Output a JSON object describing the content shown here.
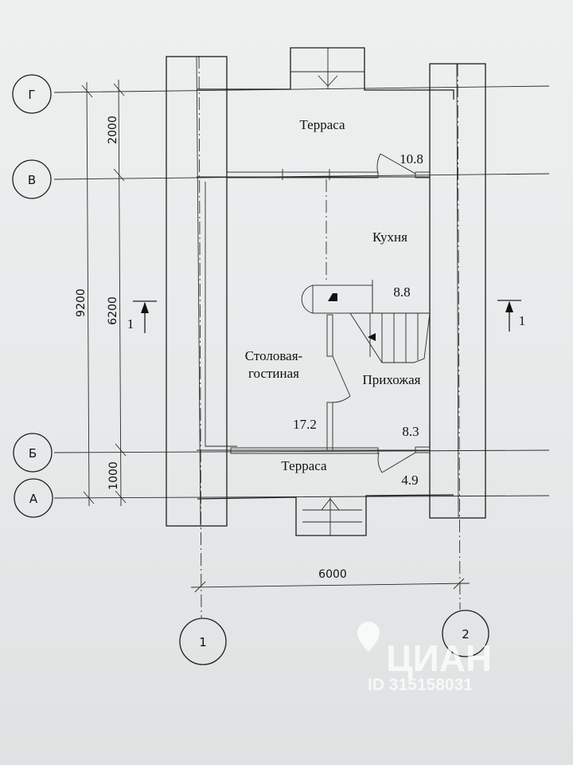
{
  "axes": {
    "rows": [
      "Г",
      "В",
      "Б",
      "А"
    ],
    "columns": [
      "1",
      "2"
    ]
  },
  "dimensions": {
    "total_vertical": "9200",
    "span_g_v": "2000",
    "span_v_b": "6200",
    "span_b_a": "1000",
    "horizontal": "6000"
  },
  "section_marks": {
    "left": "1",
    "right": "1"
  },
  "rooms": {
    "terrace_top": {
      "label": "Терраса",
      "area": "10.8"
    },
    "kitchen": {
      "label": "Кухня",
      "area": "8.8"
    },
    "dining_living": {
      "label_line1": "Столовая-",
      "label_line2": "гостиная",
      "area": "17.2"
    },
    "hallway": {
      "label": "Прихожая",
      "area": "8.3"
    },
    "terrace_bottom": {
      "label": "Терраса",
      "area": "4.9"
    }
  },
  "watermark": {
    "brand": "ЦИАН",
    "id": "ID 315158031"
  }
}
